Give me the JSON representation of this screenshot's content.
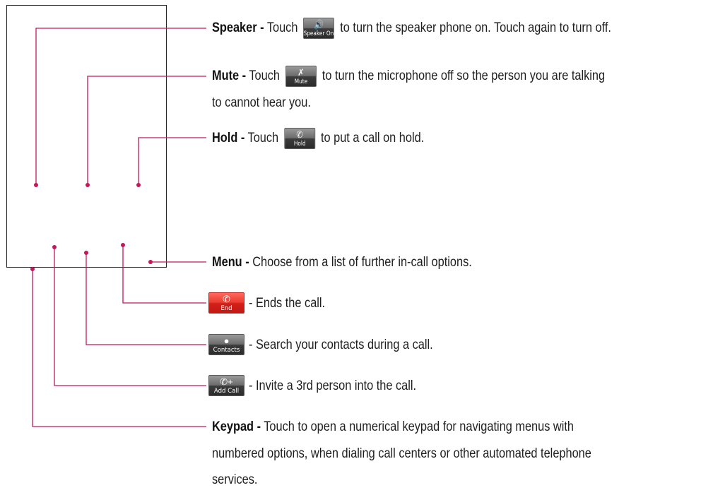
{
  "colors": {
    "leader": "#c2185b",
    "end_red": "#e8332b"
  },
  "items": {
    "speaker": {
      "title": "Speaker -",
      "pre": "Touch",
      "post": "to turn the speaker phone on. Touch again to turn off.",
      "button_label": "Speaker On",
      "icon": "speaker-icon"
    },
    "mute": {
      "title": "Mute -",
      "pre": "Touch",
      "post": "to turn the microphone off so the person you are talking",
      "line2": "to cannot hear you.",
      "button_label": "Mute",
      "icon": "mute-mic-icon"
    },
    "hold": {
      "title": "Hold -",
      "pre": "Touch",
      "post": "to put a call on hold.",
      "button_label": "Hold",
      "icon": "phone-hold-icon"
    },
    "menu": {
      "title": "Menu -",
      "text": "Choose from a list of further in-call options."
    },
    "end": {
      "button_label": "End",
      "text": "- Ends the call.",
      "icon": "phone-end-icon"
    },
    "contacts": {
      "button_label": "Contacts",
      "text": "- Search your contacts during a call.",
      "icon": "contacts-icon"
    },
    "addcall": {
      "button_label": "Add Call",
      "text": "- Invite a 3rd person into the call.",
      "icon": "add-call-icon"
    },
    "keypad": {
      "title": "Keypad -",
      "line1": "Touch to open a numerical keypad for navigating menus with",
      "line2": "numbered options, when dialing call centers or other automated telephone",
      "line3": "services."
    }
  }
}
